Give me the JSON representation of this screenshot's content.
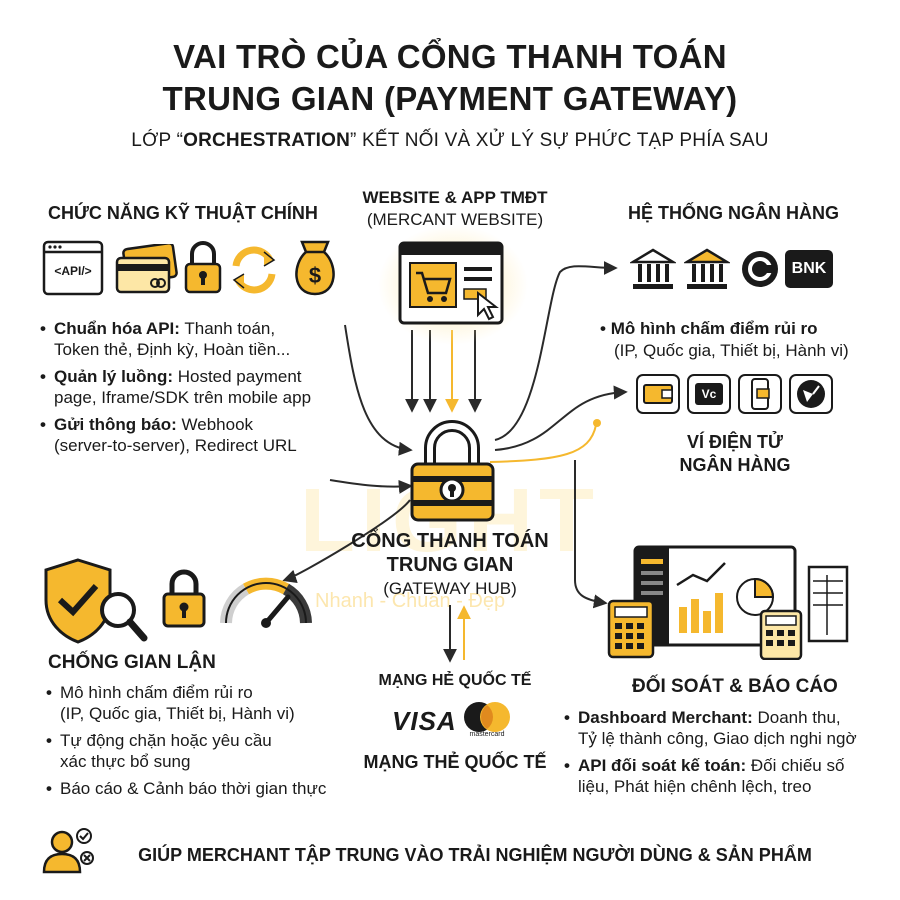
{
  "title": {
    "line1": "VAI TRÒ CỦA CỔNG THANH TOÁN",
    "line2": "TRUNG GIAN (PAYMENT GATEWAY)",
    "subtitle_pre": "LỚP “",
    "subtitle_bold": "ORCHESTRATION",
    "subtitle_post": "” KẾT NỐI VÀ XỬ LÝ SỰ PHỨC TẠP PHÍA SAU"
  },
  "tech": {
    "heading": "CHỨC NĂNG KỸ THUẬT CHÍNH",
    "api_icon_text": "<API/>",
    "icons": [
      "api-browser-icon",
      "credit-card-icon",
      "padlock-icon",
      "sync-icon",
      "money-bag-icon"
    ],
    "items": [
      {
        "bold": "Chuẩn hóa API:",
        "text": " Thanh toán,",
        "text2": "Token thẻ, Định kỳ, Hoàn tiền..."
      },
      {
        "bold": "Quản lý luồng:",
        "text": " Hosted payment",
        "text2": "page, Iframe/SDK trên mobile app"
      },
      {
        "bold": "Gửi thông báo:",
        "text": " Webhook",
        "text2": "(server-to-server), Redirect URL"
      }
    ]
  },
  "merchant": {
    "heading": "WEBSITE & APP TMĐT",
    "sub": "(MERCANT WEBSITE)"
  },
  "bank": {
    "heading": "HỆ THỐNG NGÂN HÀNG",
    "bnk_label": "BNK",
    "risk_title": "Mô hình chấm điểm rủi ro",
    "risk_sub": "(IP, Quốc gia, Thiết bị, Hành vi)"
  },
  "wallet": {
    "heading1": "VÍ ĐIỆN TỬ",
    "heading2": "NGÂN HÀNG",
    "vc_label": "Vc"
  },
  "gateway": {
    "line1": "CỔNG THANH TOÁN",
    "line2": "TRUNG GIAN",
    "sub": "(GATEWAY HUB)"
  },
  "fraud": {
    "heading": "CHỐNG GIAN LẬN",
    "items": [
      {
        "text": "Mô hình chấm điểm rủi ro",
        "text2": "(IP, Quốc gia, Thiết bị, Hành vi)"
      },
      {
        "text": "Tự động chặn hoặc yêu cầu",
        "text2": "xác thực bổ sung"
      },
      {
        "text": "Báo cáo & Cảnh báo thời gian thực",
        "text2": ""
      }
    ]
  },
  "network": {
    "heading_top": "MẠNG HẺ QUỐC TẾ",
    "visa": "VISA",
    "mastercard": "mastercard",
    "heading_bottom": "MẠNG THẺ QUỐC TẾ"
  },
  "recon": {
    "heading": "ĐỐI SOÁT & BÁO CÁO",
    "items": [
      {
        "bold": "Dashboard Merchant:",
        "text": " Doanh thu,",
        "text2": "Tỷ lệ thành công, Giao dịch nghi ngờ"
      },
      {
        "bold": "API đối soát kế toán:",
        "text": " Đối chiếu số",
        "text2": "liệu, Phát hiện chênh lệch, treo"
      }
    ]
  },
  "footer": {
    "text": "GIÚP MERCHANT TẬP TRUNG VÀO TRẢI NGHIỆM NGƯỜI DÙNG & SẢN PHẨM"
  },
  "watermark": {
    "logo": "LIGHT",
    "slogan": "Nhanh - Chuẩn - Đẹp"
  },
  "colors": {
    "accent": "#f5b82e",
    "accent_light": "#fde7a6",
    "ink": "#1a1a1a",
    "wire": "#2a2a2a"
  }
}
